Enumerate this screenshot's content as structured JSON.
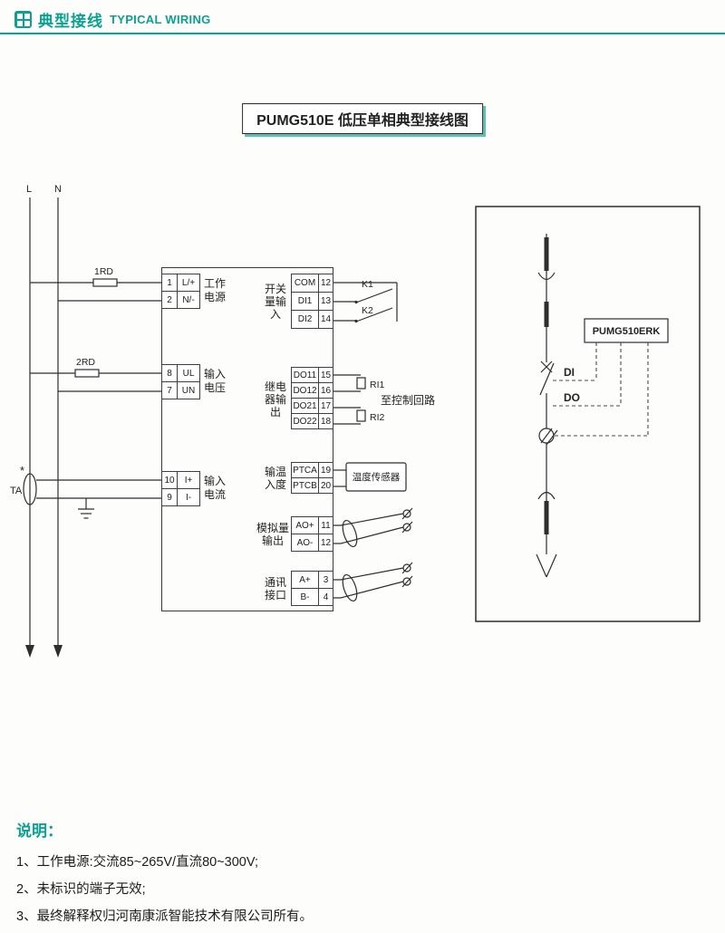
{
  "theme": {
    "accent": "#0aa191",
    "ink": "#222222"
  },
  "header": {
    "title_zh": "典型接线",
    "title_en": "TYPICAL WIRING"
  },
  "diagram_title": "PUMG510E 低压单相典型接线图",
  "left": {
    "line_l": "L",
    "line_n": "N",
    "fuse1": "1RD",
    "fuse2": "2RD",
    "ct": {
      "star": "*",
      "label": "TA"
    }
  },
  "device": {
    "groups_left": [
      {
        "label_lines": [
          "工作",
          "电源"
        ],
        "rows": [
          {
            "num": "1",
            "name": "L/+"
          },
          {
            "num": "2",
            "name": "N/-"
          }
        ]
      },
      {
        "label_lines": [
          "输入",
          "电压"
        ],
        "rows": [
          {
            "num": "8",
            "name": "UL"
          },
          {
            "num": "7",
            "name": "UN"
          }
        ]
      },
      {
        "label_lines": [
          "输入",
          "电流"
        ],
        "rows": [
          {
            "num": "10",
            "name": "I+"
          },
          {
            "num": "9",
            "name": "I-"
          }
        ]
      }
    ],
    "groups_right": [
      {
        "label_lines": [
          "开关",
          "量输",
          "入"
        ],
        "rows": [
          {
            "name": "COM",
            "num": "12"
          },
          {
            "name": "DI1",
            "num": "13"
          },
          {
            "name": "DI2",
            "num": "14"
          }
        ]
      },
      {
        "label_lines": [
          "继电",
          "器输",
          "出"
        ],
        "rows": [
          {
            "name": "DO11",
            "num": "15"
          },
          {
            "name": "DO12",
            "num": "16"
          },
          {
            "name": "DO21",
            "num": "17"
          },
          {
            "name": "DO22",
            "num": "18"
          }
        ]
      },
      {
        "label_lines": [
          "输温",
          "入度"
        ],
        "rows": [
          {
            "name": "PTCA",
            "num": "19"
          },
          {
            "name": "PTCB",
            "num": "20"
          }
        ]
      },
      {
        "label_lines": [
          "模拟量",
          "输出"
        ],
        "rows": [
          {
            "name": "AO+",
            "num": "11"
          },
          {
            "name": "AO-",
            "num": "12"
          }
        ]
      },
      {
        "label_lines": [
          "通讯",
          "接口"
        ],
        "rows": [
          {
            "name": "A+",
            "num": "3"
          },
          {
            "name": "B-",
            "num": "4"
          }
        ]
      }
    ]
  },
  "annotations": {
    "k1": "K1",
    "k2": "K2",
    "ri1": "RI1",
    "ri2": "RI2",
    "control_loop": "至控制回路",
    "temp_sensor": "温度传感器"
  },
  "panel": {
    "device_name": "PUMG510ERK",
    "di": "DI",
    "do": "DO"
  },
  "notes": {
    "heading": "说明：",
    "items": [
      "1、工作电源:交流85~265V/直流80~300V;",
      "2、未标识的端子无效;",
      "3、最终解释权归河南康派智能技术有限公司所有。"
    ]
  }
}
